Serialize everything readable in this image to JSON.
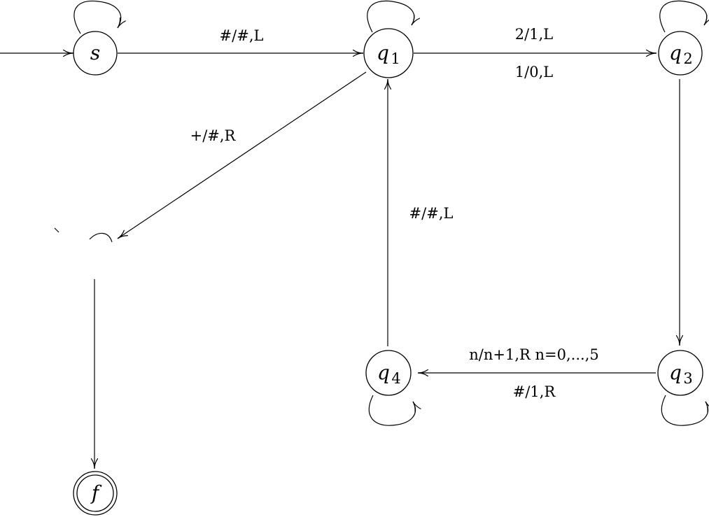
{
  "diagram": {
    "states": [
      {
        "id": "s",
        "label": "s"
      },
      {
        "id": "q1",
        "label": "q",
        "sub": "1"
      },
      {
        "id": "q2",
        "label": "q",
        "sub": "2"
      },
      {
        "id": "q3",
        "label": "q",
        "sub": "3"
      },
      {
        "id": "q4",
        "label": "q",
        "sub": "4"
      },
      {
        "id": "f",
        "label": "f",
        "accepting": true
      }
    ],
    "edges": {
      "s_q1": "#/#,L",
      "q1_q2_top": "2/1,L",
      "q1_q2_bottom": "1/0,L",
      "q1_mid": "+/#,R",
      "q4_q1": "#/#,L",
      "q3_q4_top": "n/n+1,R  n=0,...,5",
      "q3_q4_bottom": "#/1,R"
    }
  }
}
